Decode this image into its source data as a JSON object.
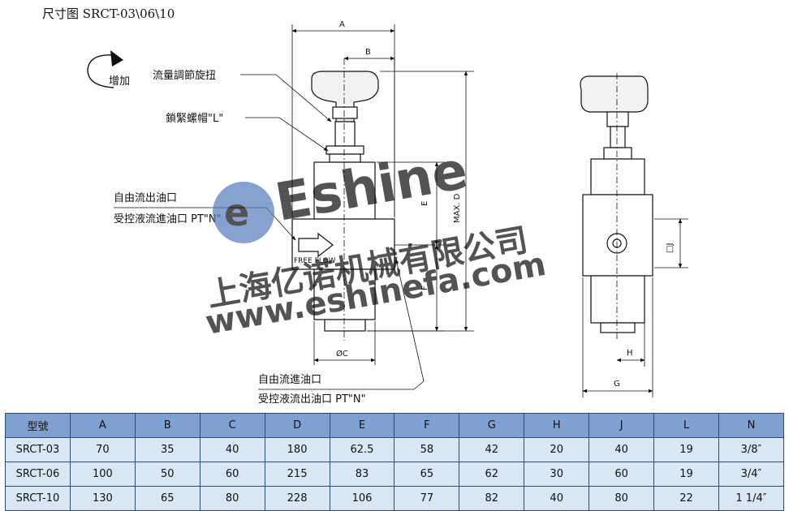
{
  "title": "尺寸图 SRCT-03\\06\\10",
  "labels": {
    "increase": "增加",
    "adjust_knob": "流量調節旋扭",
    "lock_nut": "鎖緊螺帽\"L\"",
    "free_out_line1": "自由流出油口",
    "free_out_line2": "受控液流進油口 PT\"N\"",
    "free_in_line1": "自由流進油口",
    "free_in_line2": "受控液流出油口 PT\"N\"",
    "free_flow": "FREE FLOW"
  },
  "dims": {
    "a": "A",
    "b": "B",
    "e": "E",
    "f": "F",
    "c": "ØC",
    "d": "MAX. D",
    "j": "□J",
    "h": "H",
    "g": "G"
  },
  "watermark": {
    "brand": "Eshine",
    "company": "上海亿诺机械有限公司",
    "url": "www.eshinefa.com",
    "color": "#5a7fc0"
  },
  "table": {
    "headers": [
      "型號",
      "A",
      "B",
      "C",
      "D",
      "E",
      "F",
      "G",
      "H",
      "J",
      "L",
      "N"
    ],
    "rows": [
      [
        "SRCT-03",
        "70",
        "35",
        "40",
        "180",
        "62.5",
        "58",
        "42",
        "20",
        "40",
        "19",
        "3/8″"
      ],
      [
        "SRCT-06",
        "100",
        "50",
        "60",
        "215",
        "83",
        "65",
        "62",
        "30",
        "60",
        "19",
        "3/4″"
      ],
      [
        "SRCT-10",
        "130",
        "65",
        "80",
        "228",
        "106",
        "77",
        "82",
        "40",
        "80",
        "22",
        "1 1/4″"
      ]
    ]
  }
}
